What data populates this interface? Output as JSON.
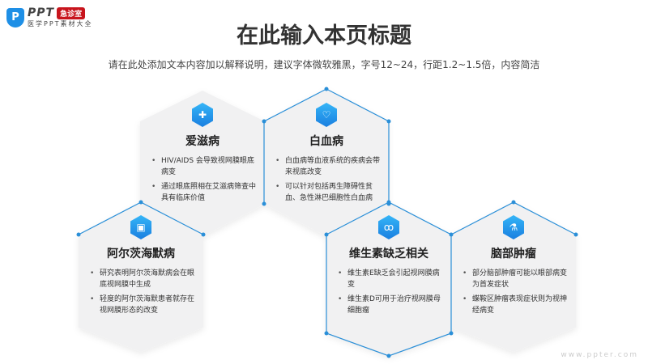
{
  "logo": {
    "mark": "P",
    "brand": "PPT",
    "badge": "急诊室",
    "tagline": "医学PPT素材大全"
  },
  "title": "在此输入本页标题",
  "subtitle": "请在此处添加文本内容加以解释说明，建议字体微软雅黑，字号12~24，行距1.2~1.5倍，内容简洁",
  "cards": [
    {
      "icon": "✚",
      "title": "爱滋病",
      "bullets": [
        "HIV/AIDS 会导致视网膜眼底病变",
        "通过眼底照相在艾滋病筛查中具有临床价值"
      ]
    },
    {
      "icon": "♡",
      "title": "白血病",
      "bullets": [
        "白血病等血液系统的疾病会带来视底改变",
        "可以针对包括再生障碍性贫血、急性淋巴细胞性白血病"
      ]
    },
    {
      "icon": "▣",
      "title": "阿尔茨海默病",
      "bullets": [
        "研究表明阿尔茨海默病会在眼底视网膜中生成",
        "轻度的阿尔茨海默患者就存在视网膜形态的改变"
      ]
    },
    {
      "icon": "ꝏ",
      "title": "维生素缺乏相关",
      "bullets": [
        "维生素E缺乏会引起视网膜病变",
        "维生素D可用于治疗视网膜母细胞瘤"
      ]
    },
    {
      "icon": "⚗",
      "title": "脑部肿瘤",
      "bullets": [
        "部分脑部肿瘤可能以眼部病变为首发症状",
        "蝶鞍区肿瘤表现症状则为视神经病变"
      ]
    }
  ],
  "watermark": "www.ppter.com",
  "colors": {
    "accent": "#1e8fe6",
    "hexfill": "#f1f1f2",
    "line": "#2a8fd8"
  }
}
